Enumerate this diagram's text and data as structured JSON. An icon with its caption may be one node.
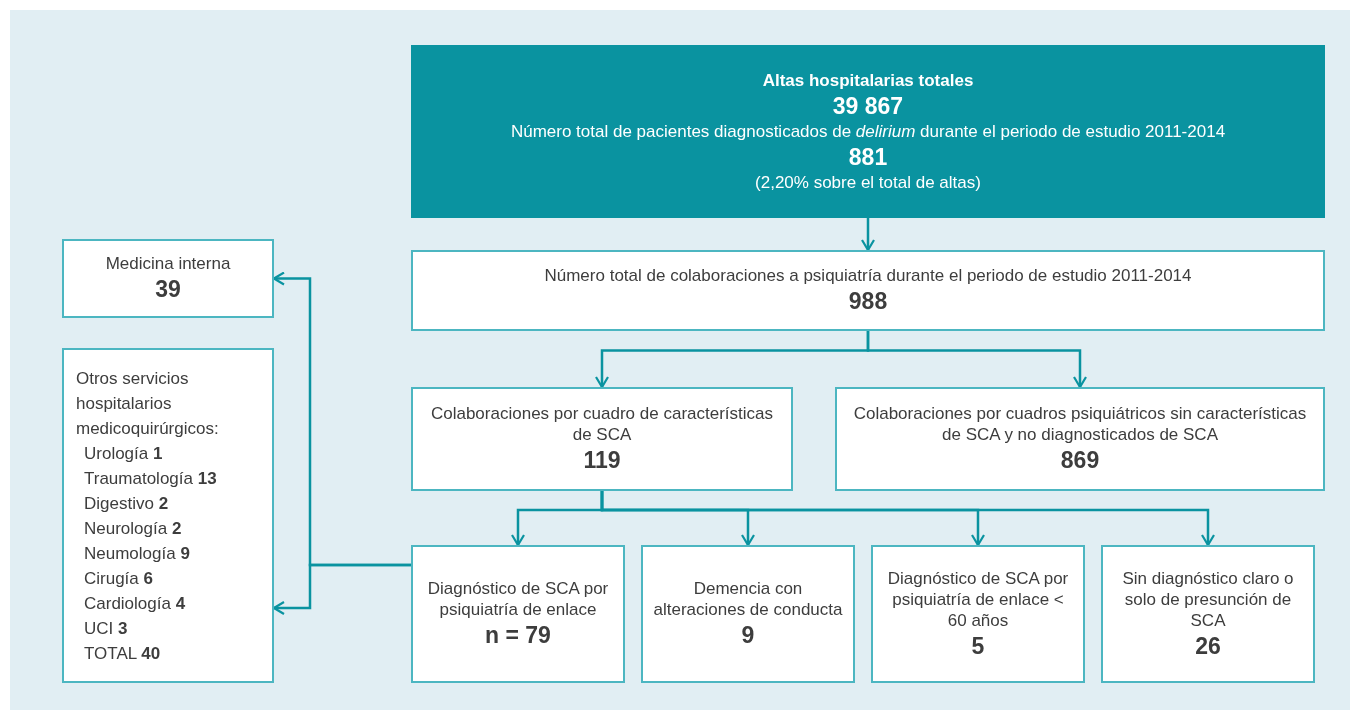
{
  "diagram": {
    "nodes": [
      {
        "text": [
          "Altas hospitalarias totales",
          "39 867",
          "Número total de pacientes diagnosticados de *delirium* durante el periodo de estudio 2011-2014",
          "881",
          "(2,20% sobre el total de altas)"
        ]
      },
      {
        "text": [
          "Número total de colaboraciones a psiquiatría durante el periodo de estudio 2011-2014",
          "988"
        ]
      },
      {
        "text": [
          "Colaboraciones por cuadro de características de SCA",
          "119"
        ]
      },
      {
        "text": [
          "Colaboraciones por cuadros psiquiátricos sin características de SCA y no diagnosticados de SCA",
          "869"
        ]
      },
      {
        "text": [
          "Diagnóstico de SCA por psiquiatría de enlace",
          "n = 79"
        ]
      },
      {
        "text": [
          "Demencia con alteraciones de conducta",
          "9"
        ]
      },
      {
        "text": [
          "Diagnóstico de SCA por psiquiatría de enlace < 60 años",
          "5"
        ]
      },
      {
        "text": [
          "Sin diagnóstico claro o solo de presunción de SCA",
          "26"
        ]
      },
      {
        "text": [
          "Medicina interna",
          "39"
        ]
      },
      {
        "text": [
          "Otros servicios hospitalarios medicoquirúrgicos:",
          "Urología **1**",
          "Traumatología **13**",
          "Digestivo **2**",
          "Neurología **2**",
          "Neumología **9**",
          "Cirugía **6**",
          "Cardiología **4**",
          "UCI **3**",
          "TOTAL **40**"
        ]
      }
    ],
    "edges": [
      {
        "from": 0,
        "to": 1,
        "arrow": "to"
      },
      {
        "from": 1,
        "to": 2,
        "arrow": "to"
      },
      {
        "from": 1,
        "to": 3,
        "arrow": "to"
      },
      {
        "from": 2,
        "to": 4,
        "arrow": "to"
      },
      {
        "from": 2,
        "to": 5,
        "arrow": "to"
      },
      {
        "from": 2,
        "to": 6,
        "arrow": "to"
      },
      {
        "from": 2,
        "to": 7,
        "arrow": "to"
      },
      {
        "from": 4,
        "to": 8,
        "arrow": "to"
      },
      {
        "from": 4,
        "to": 9,
        "arrow": "to"
      }
    ]
  }
}
